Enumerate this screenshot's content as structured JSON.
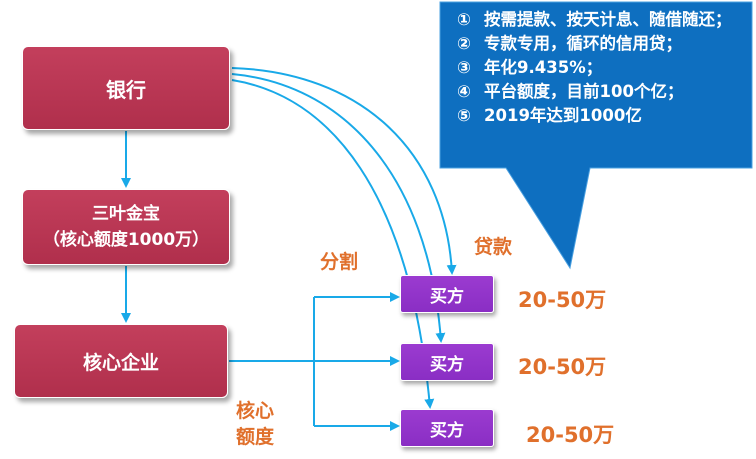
{
  "nodes": {
    "bank": "银行",
    "sanye_line1": "三叶金宝",
    "sanye_line2": "（核心额度1000万）",
    "core_enterprise": "核心企业",
    "buyers": [
      "买方",
      "买方",
      "买方"
    ]
  },
  "labels": {
    "split": "分割",
    "loan": "贷款",
    "core_quota_line1": "核心",
    "core_quota_line2": "额度",
    "amounts": [
      "20-50万",
      "20-50万",
      "20-50万"
    ]
  },
  "callout": {
    "items": [
      {
        "num": "①",
        "text": "按需提款、按天计息、随借随还；"
      },
      {
        "num": "②",
        "text": "专款专用，循环的信用贷；"
      },
      {
        "num": "③",
        "text": "年化9.435%；"
      },
      {
        "num": "④",
        "text": "平台额度，目前100个亿；"
      },
      {
        "num": "⑤",
        "text": "2019年达到1000亿"
      }
    ]
  },
  "colors": {
    "node_red": "#b8374f",
    "node_purple": "#8f34c8",
    "arrow_blue": "#19a9e8",
    "label_orange": "#e0702c",
    "callout_blue": "#0e6fc0"
  }
}
